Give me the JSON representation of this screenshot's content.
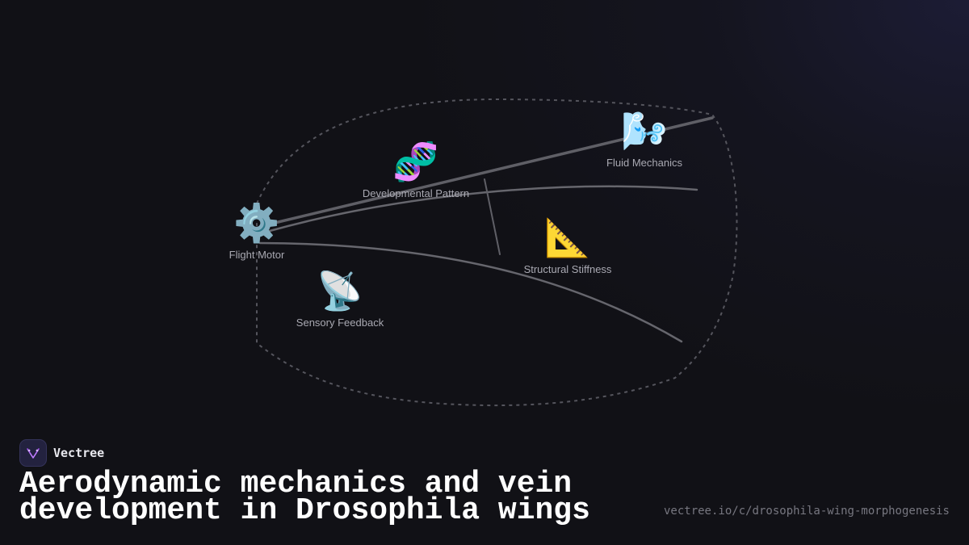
{
  "diagram": {
    "nodes": [
      {
        "id": "flight-motor",
        "icon": "gear-icon",
        "emoji": "⚙️",
        "label": "Flight Motor"
      },
      {
        "id": "developmental-pattern",
        "icon": "dna-icon",
        "emoji": "🧬",
        "label": "Developmental Pattern"
      },
      {
        "id": "fluid-mechanics",
        "icon": "wind-icon",
        "emoji": "🌬️",
        "label": "Fluid Mechanics"
      },
      {
        "id": "structural-stiffness",
        "icon": "triangular-ruler-icon",
        "emoji": "📐",
        "label": "Structural Stiffness"
      },
      {
        "id": "sensory-feedback",
        "icon": "satellite-antenna-icon",
        "emoji": "📡",
        "label": "Sensory Feedback"
      }
    ]
  },
  "brand": {
    "name": "Vectree",
    "logo": "vectree-logo-icon",
    "accent": "#a855f7"
  },
  "title": "Aerodynamic mechanics and vein development in Drosophila wings",
  "url": "vectree.io/c/drosophila-wing-morphogenesis"
}
